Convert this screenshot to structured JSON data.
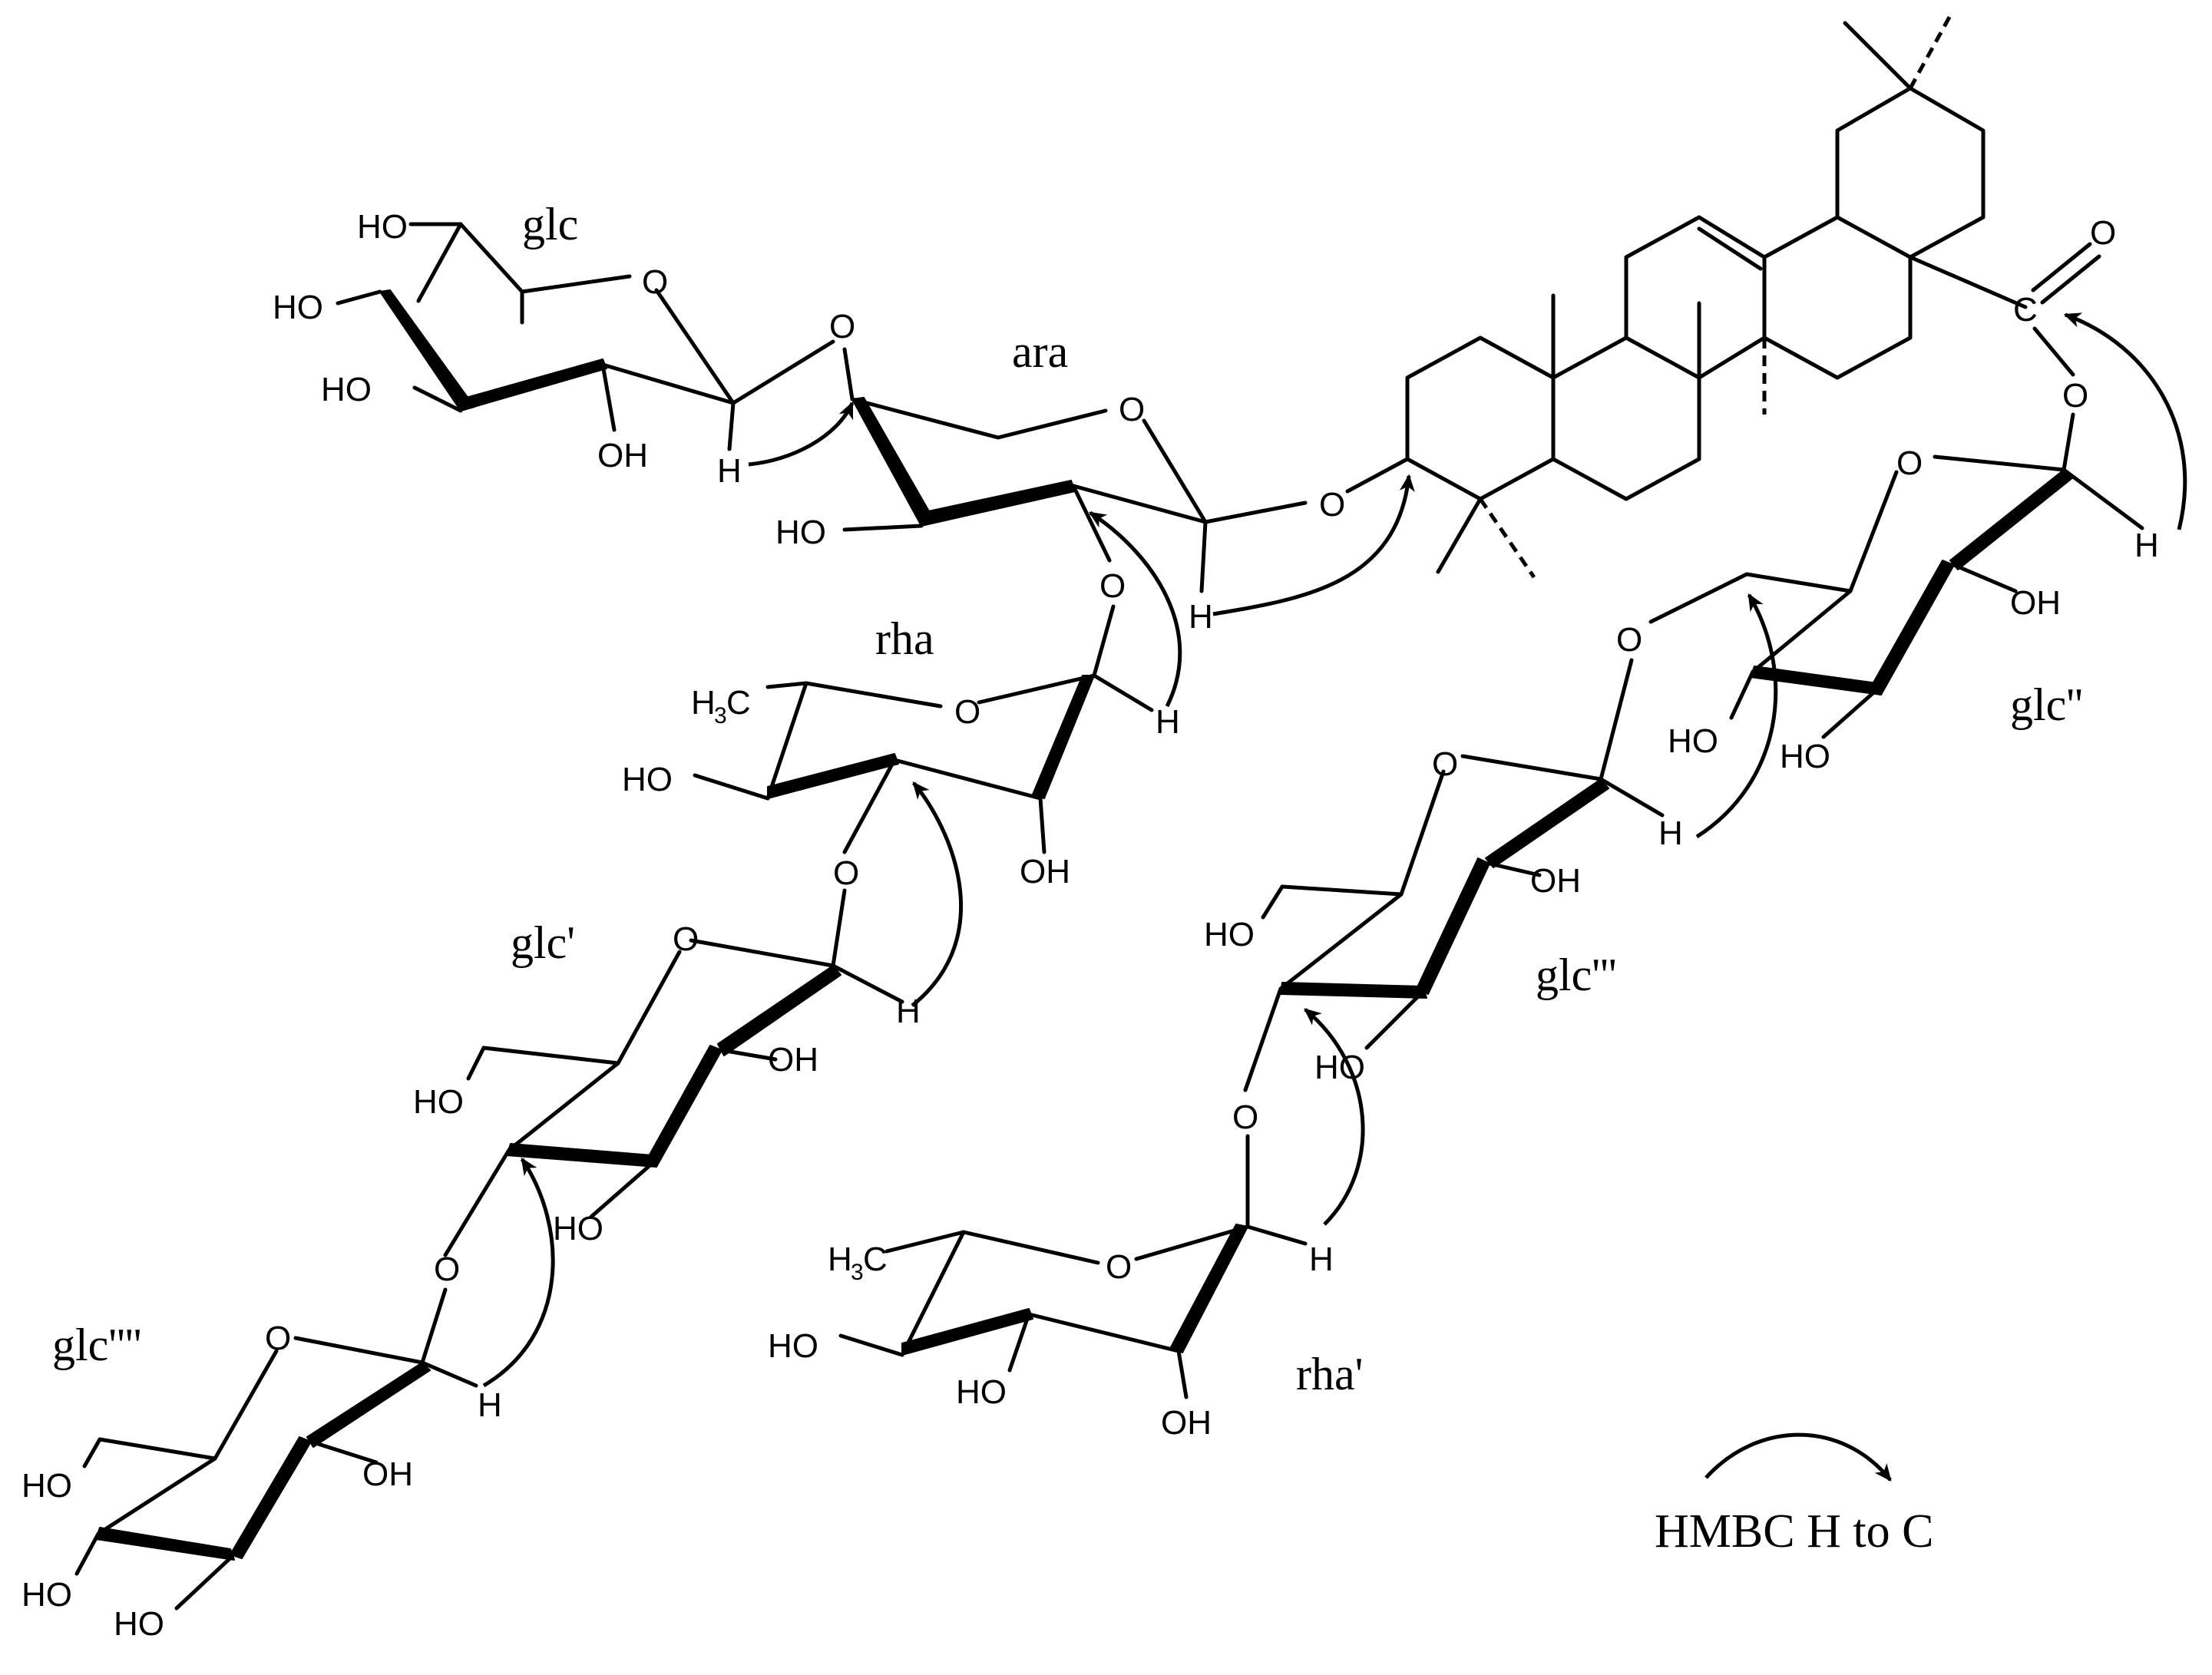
{
  "sugar_labels": {
    "glc": "glc",
    "ara": "ara",
    "rha": "rha",
    "glc_prime": "glc'",
    "glc_4prime": "glc''''",
    "rha_prime": "rha'",
    "glc_2prime": "glc''",
    "glc_3prime": "glc'''"
  },
  "atoms": {
    "O": "O",
    "H": "H",
    "C": "C",
    "HO": "HO",
    "OH": "OH",
    "H3C_base": "H",
    "H3C_sub": "3",
    "H3C_tail": "C"
  },
  "legend": {
    "text": "HMBC H to C"
  },
  "colors": {
    "ink": "#000000",
    "background": "#ffffff"
  }
}
